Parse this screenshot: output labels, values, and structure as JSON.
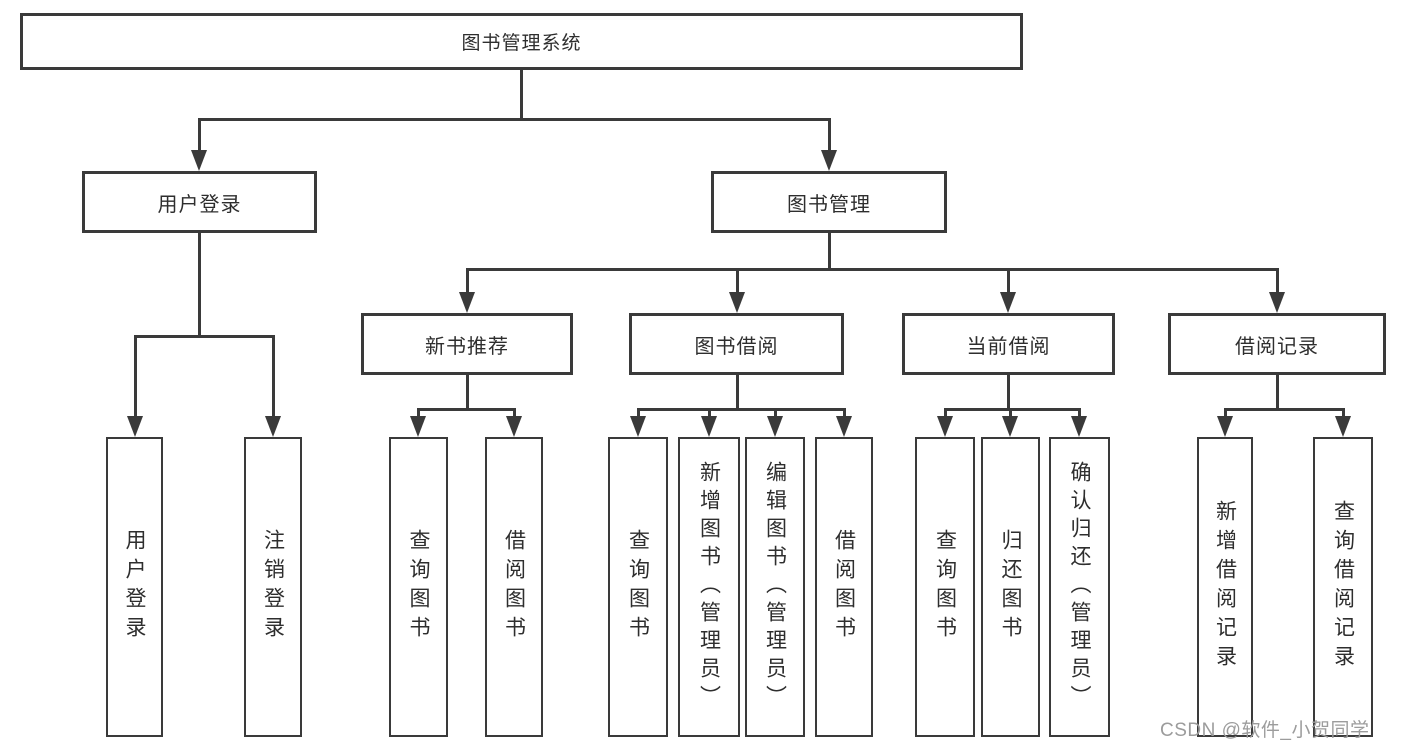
{
  "diagram": {
    "root": {
      "label": "图书管理系统"
    },
    "level2": [
      {
        "label": "用户登录"
      },
      {
        "label": "图书管理"
      }
    ],
    "level3": [
      {
        "label": "新书推荐"
      },
      {
        "label": "图书借阅"
      },
      {
        "label": "当前借阅"
      },
      {
        "label": "借阅记录"
      }
    ],
    "leaves": {
      "user_login": [
        "用户登录",
        "注销登录"
      ],
      "new_book": [
        "查询图书",
        "借阅图书"
      ],
      "book_borrow": [
        "查询图书",
        "新增图书（管理员）",
        "编辑图书（管理员）",
        "借阅图书"
      ],
      "current_borrow": [
        "查询图书",
        "归还图书",
        "确认归还（管理员）"
      ],
      "borrow_record": [
        "新增借阅记录",
        "查询借阅记录"
      ]
    }
  },
  "watermark": "CSDN @软件_小贺同学",
  "colors": {
    "line": "#3a3a3a",
    "text": "#2e2e2e",
    "watermark": "#9c9c9c",
    "background": "#ffffff"
  }
}
